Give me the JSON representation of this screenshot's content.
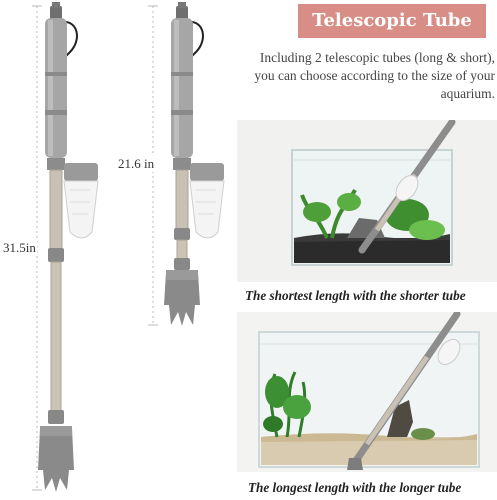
{
  "badge": {
    "label": "Telescopic Tube"
  },
  "description": "Including 2 telescopic tubes (long & short), you can choose according to the size of your aquarium.",
  "dimensions": {
    "long": "31.5in",
    "short": "21.6 in"
  },
  "captions": {
    "top": "The shortest length with the shorter tube",
    "bottom": "The longest length with the longer tube"
  },
  "colors": {
    "badge": "#d88d86",
    "tube_gray": "#8c8c8c",
    "tube_light": "#c9c2b4"
  }
}
